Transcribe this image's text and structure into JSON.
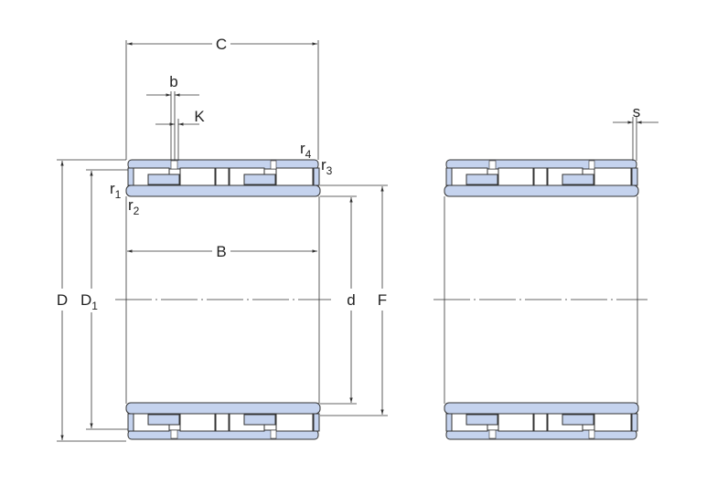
{
  "title": "Four-row cylindrical roller bearing dimension drawing",
  "labels": {
    "C": "C",
    "b": "b",
    "K": "K",
    "s": "s",
    "r1": "r",
    "r1_sub": "1",
    "r2": "r",
    "r2_sub": "2",
    "r3": "r",
    "r3_sub": "3",
    "r4": "r",
    "r4_sub": "4",
    "B": "B",
    "D": "D",
    "D1": "D",
    "D1_sub": "1",
    "d": "d",
    "F": "F"
  },
  "colors": {
    "part_fill": "#c5d3ee",
    "outline": "#333333"
  }
}
